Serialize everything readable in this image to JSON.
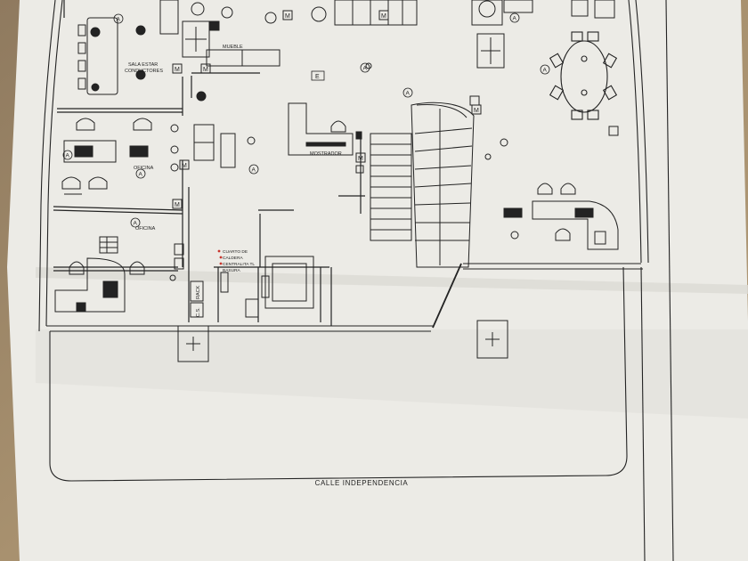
{
  "plan": {
    "rooms": {
      "sala_estar": "SALA ESTAR",
      "conductores": "CONDUCTORES",
      "mueble": "MUEBLE",
      "oficina_upper": "OFICINA",
      "oficina_lower": "OFICINA",
      "mostrador": "MOSTRADOR",
      "cuarto_de": "CUARTO DE",
      "caldera": "CALDERA",
      "centralita": "CENTRALITA TL",
      "basura": "BASURA",
      "rack": "RACK",
      "cs": "C.S."
    },
    "symbols": {
      "m": "M",
      "a": "A",
      "e": "E"
    },
    "street_label": "CALLE INDEPENDENCIA"
  },
  "colors": {
    "paper": "#ecebe6",
    "ink": "#232323",
    "table_bg": "#a08a6c",
    "accent_red": "#c8342c"
  }
}
